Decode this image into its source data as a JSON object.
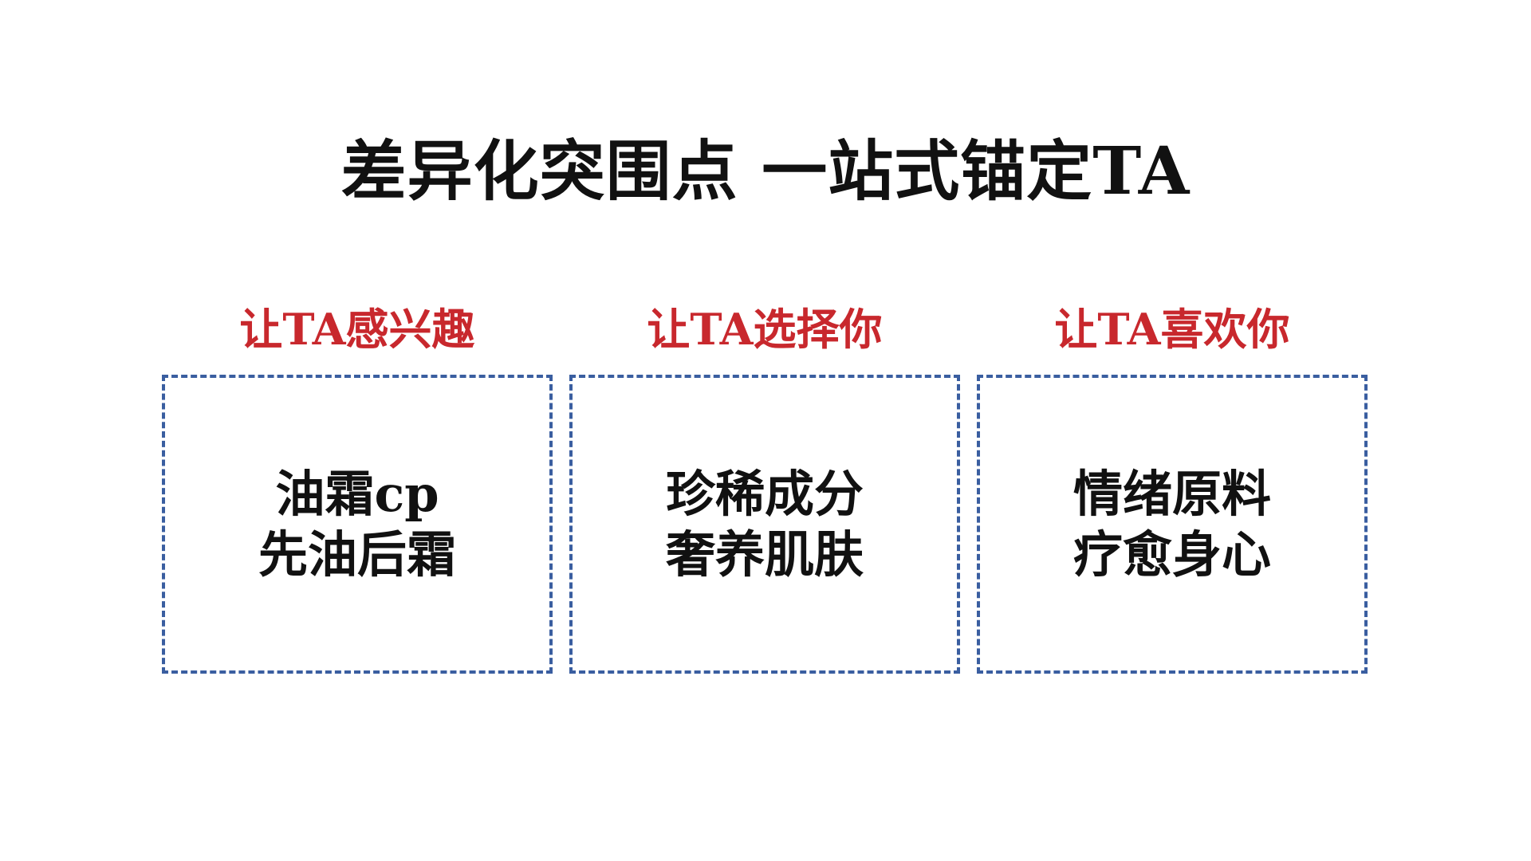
{
  "slide": {
    "title": "差异化突围点 一站式锚定TA",
    "accent_color": "#c8282d",
    "border_color": "#3a5ea0",
    "columns": [
      {
        "heading": "让TA感兴趣",
        "lines": [
          "油霜cp",
          "先油后霜"
        ]
      },
      {
        "heading": "让TA选择你",
        "lines": [
          "珍稀成分",
          "奢养肌肤"
        ]
      },
      {
        "heading": "让TA喜欢你",
        "lines": [
          "情绪原料",
          "疗愈身心"
        ]
      }
    ]
  }
}
